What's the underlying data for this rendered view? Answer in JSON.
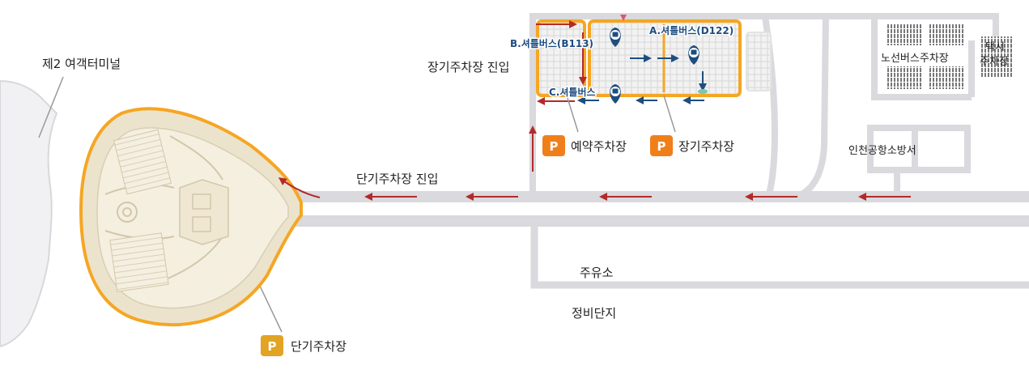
{
  "labels": {
    "terminal2": "제2 여객터미널",
    "long_term_entrance": "장기주차장 진입",
    "short_term_entrance": "단기주차장 진입",
    "reserved_parking": "예약주차장",
    "long_term_parking": "장기주차장",
    "short_term_parking": "단기주차장",
    "gas_station": "주유소",
    "maintenance_complex": "정비단지",
    "fire_station": "인천공항소방서",
    "route_bus_parking": "노선버스주차장",
    "taxi_parking_line1": "택시",
    "taxi_parking_line2": "주차장"
  },
  "shuttles": {
    "a": "A.셔틀버스(D122)",
    "b": "B.셔틀버스(B113)",
    "c": "C.셔틀버스"
  },
  "parking_badge": "P",
  "colors": {
    "road": "#d9d9de",
    "arrow": "#b32a2a",
    "parking_orange": "#f5a623",
    "badge_orange": "#f07f1a",
    "badge_gold": "#e3a324",
    "terminal_fill": "#ece3cc",
    "shuttle_blue": "#1e4d80"
  }
}
